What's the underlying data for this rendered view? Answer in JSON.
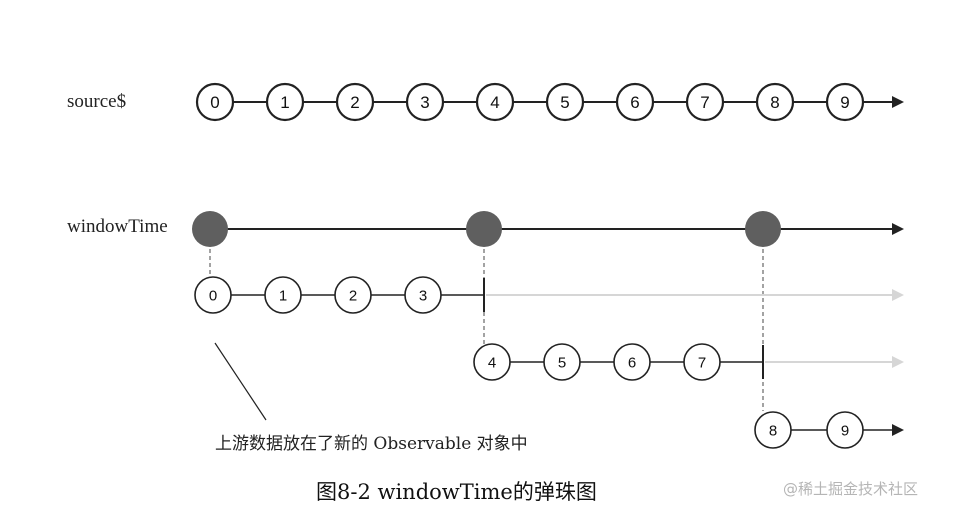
{
  "labels": {
    "source": "source$",
    "window_time": "windowTime"
  },
  "source_values": [
    "0",
    "1",
    "2",
    "3",
    "4",
    "5",
    "6",
    "7",
    "8",
    "9"
  ],
  "windows": [
    [
      "0",
      "1",
      "2",
      "3"
    ],
    [
      "4",
      "5",
      "6",
      "7"
    ],
    [
      "8",
      "9"
    ]
  ],
  "annotation": "上游数据放在了新的 Observable 对象中",
  "caption": "图8-2    windowTime的弹珠图",
  "watermark": "@稀土掘金技术社区",
  "colors": {
    "stroke": "#222222",
    "window_marker": "#5f5f5f",
    "faded": "#d6d6d6",
    "dashed": "#666666"
  }
}
